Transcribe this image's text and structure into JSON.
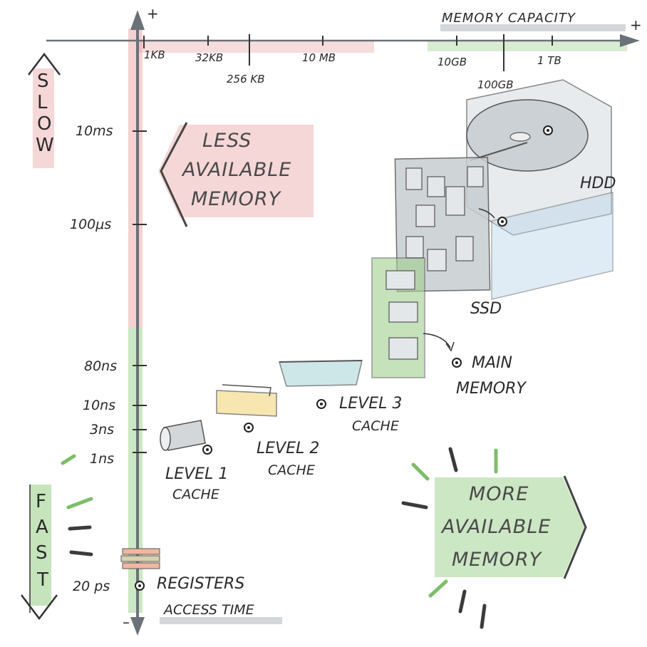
{
  "axes": {
    "x_title": "MEMORY CAPACITY",
    "y_title": "ACCESS TIME",
    "x_plus": "+",
    "y_plus": "+",
    "y_minus": "–"
  },
  "capacity_ticks": [
    "1KB",
    "32KB",
    "256 KB",
    "10 MB",
    "10GB",
    "100GB",
    "1 TB"
  ],
  "time_ticks": [
    "10ms",
    "100μs",
    "80ns",
    "10ns",
    "3ns",
    "1ns",
    "20 ps"
  ],
  "side_labels": {
    "slow": [
      "S",
      "L",
      "O",
      "W"
    ],
    "fast": [
      "F",
      "A",
      "S",
      "T"
    ]
  },
  "arrows": {
    "less": [
      "LESS",
      "AVAILABLE",
      "MEMORY"
    ],
    "more": [
      "MORE",
      "AVAILABLE",
      "MEMORY"
    ]
  },
  "items": {
    "registers": [
      "REGISTERS"
    ],
    "l1": [
      "LEVEL 1",
      "CACHE"
    ],
    "l2": [
      "LEVEL 2",
      "CACHE"
    ],
    "l3": [
      "LEVEL 3",
      "CACHE"
    ],
    "main": [
      "MAIN",
      "MEMORY"
    ],
    "ssd": [
      "SSD"
    ],
    "hdd": [
      "HDD"
    ]
  },
  "colors": {
    "slow_red": "#e89a9a",
    "fast_green": "#8cc97a",
    "axis_gray": "#6b7178",
    "device_gray": "#cfd3d6"
  }
}
